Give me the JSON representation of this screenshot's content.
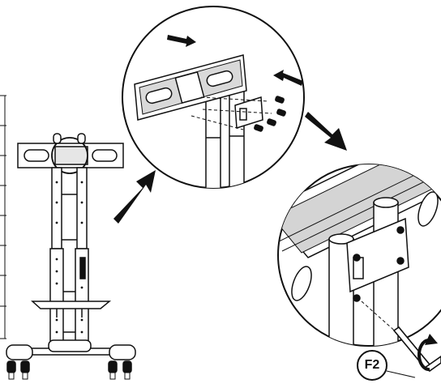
{
  "diagram": {
    "step_label": "F2",
    "colors": {
      "ink": "#111111",
      "light": "#ffffff",
      "shade": "#c9c9c9",
      "mid": "#8a8a8a"
    },
    "parts": [
      "tv-stand",
      "mounting-bracket",
      "circle-detail-top",
      "circle-detail-bottom",
      "hex-key-icon",
      "rotate-arrow-icon",
      "arrow-down-right-icon",
      "arrow-up-right-icon"
    ]
  }
}
